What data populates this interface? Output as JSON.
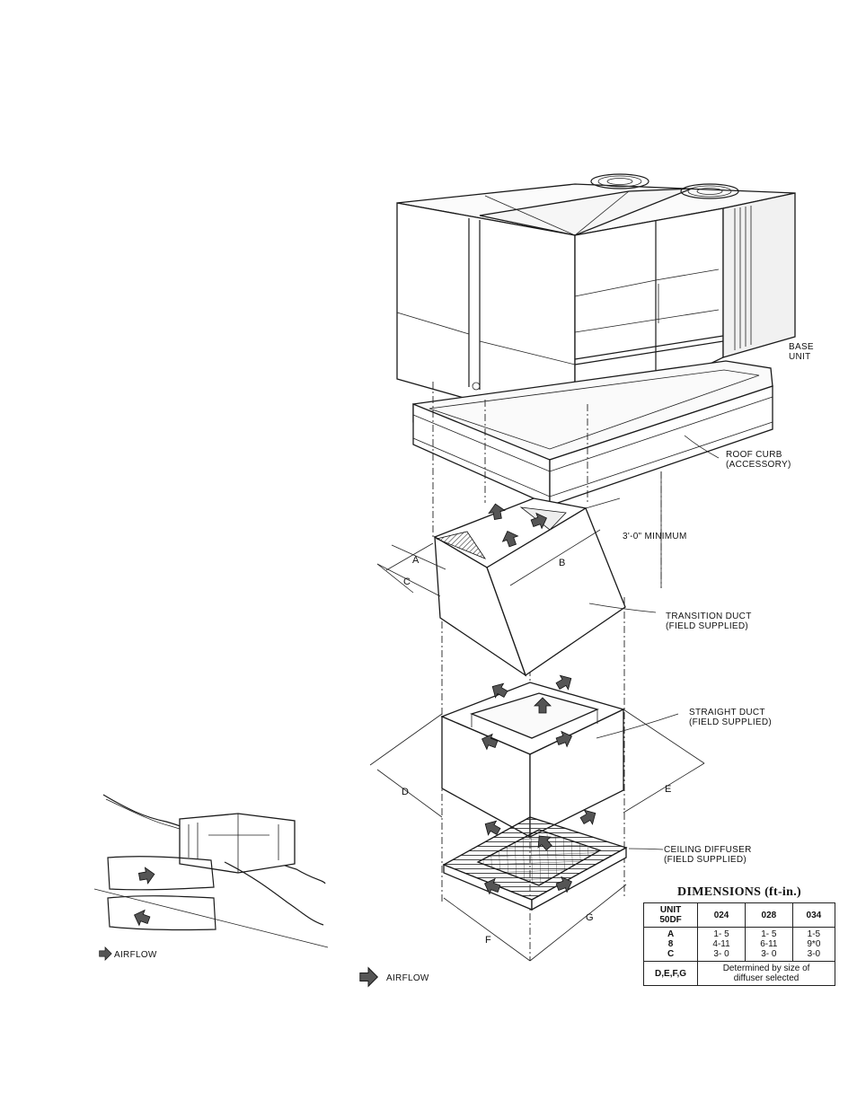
{
  "labels": {
    "base_unit": [
      "BASE",
      "UNIT"
    ],
    "roof_curb": [
      "ROOF CURB",
      "(ACCESSORY)"
    ],
    "minimum": "3'-0\" MINIMUM",
    "transition_duct": [
      "TRANSITION DUCT",
      "(FIELD SUPPLIED)"
    ],
    "straight_duct": [
      "STRAIGHT DUCT",
      "(FIELD SUPPLIED)"
    ],
    "ceiling_diffuser": [
      "CEILING DIFFUSER",
      "(FIELD SUPPLIED)"
    ],
    "airflow_main": "AIRFLOW",
    "airflow_inset": "AIRFLOW"
  },
  "dim_letters": {
    "A": "A",
    "B": "B",
    "C": "C",
    "D": "D",
    "E": "E",
    "F": "F",
    "G": "G"
  },
  "table": {
    "title": "DIMENSIONS (ft-in.)",
    "unit_header": [
      "UNIT",
      "50DF"
    ],
    "columns": [
      "024",
      "028",
      "034"
    ],
    "row_names": [
      "A",
      "8",
      "C"
    ],
    "col_024": [
      "1- 5",
      "4-11",
      "3- 0"
    ],
    "col_028": [
      "1- 5",
      "6-11",
      "3- 0"
    ],
    "col_034": [
      "1-5",
      "9*0",
      "3-0"
    ],
    "defg_label": "D,E,F,G",
    "defg_note": [
      "Determined by size of",
      "diffuser selected"
    ]
  },
  "colors": {
    "line": "#1a1a1a",
    "panel_light": "#f4f4f4",
    "airflow_arrow": "#555555"
  },
  "icons": {
    "airflow_arrow": "airflow-arrow-icon",
    "fan": "fan-icon"
  }
}
